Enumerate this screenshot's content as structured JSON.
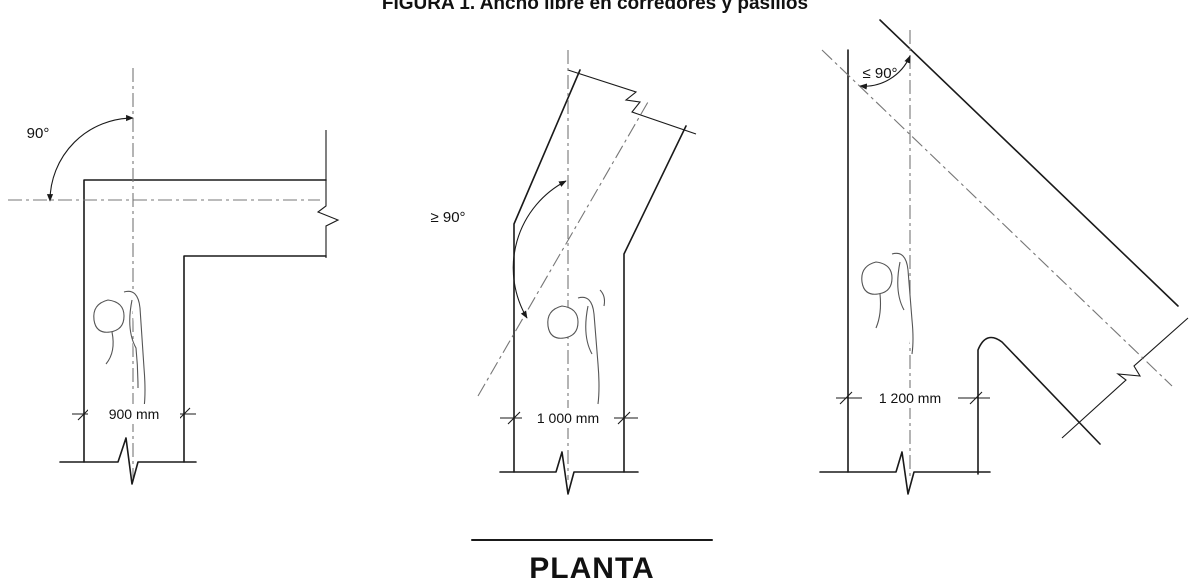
{
  "figure": {
    "title": "FIGURA 1. Ancho libre en corredores y pasillos",
    "caption": "PLANTA"
  },
  "panels": [
    {
      "angle_label": "90°",
      "width_label": "900 mm"
    },
    {
      "angle_label": "≥ 90°",
      "width_label": "1 000 mm"
    },
    {
      "angle_label": "≤ 90°",
      "width_label": "1 200 mm"
    }
  ],
  "colors": {
    "line": "#1a1a1a",
    "axis": "#777777",
    "background": "#ffffff"
  }
}
